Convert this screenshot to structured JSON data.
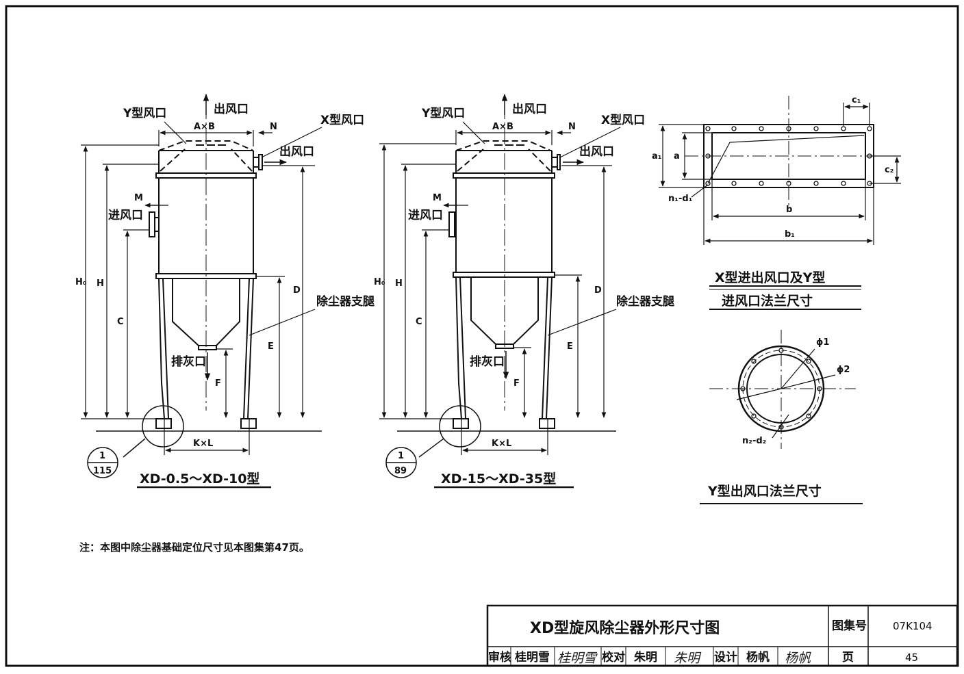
{
  "views": {
    "small": {
      "subtitle": "XD-0.5～XD-10型",
      "ref_top": "1",
      "ref_bottom": "115"
    },
    "large": {
      "subtitle": "XD-15～XD-35型",
      "ref_top": "1",
      "ref_bottom": "89"
    }
  },
  "labels": {
    "y_port": "Y型风口",
    "x_port": "X型风口",
    "outlet": "出风口",
    "inlet": "进风口",
    "ash_outlet": "排灰口",
    "legs": "除尘器支腿",
    "A_B": "A×B",
    "N": "N",
    "M": "M",
    "H0": "H₀",
    "H": "H",
    "C": "C",
    "D": "D",
    "E": "E",
    "F": "F",
    "K_L": "K×L"
  },
  "rect_flange": {
    "title_line1": "X型进出风口及Y型",
    "title_line2": "进风口法兰尺寸",
    "a": "a",
    "a1": "a₁",
    "b": "b",
    "b1": "b₁",
    "c1": "c₁",
    "c2": "c₂",
    "n1d1": "n₁-d₁"
  },
  "round_flange": {
    "title": "Y型出风口法兰尺寸",
    "phi1": "ϕ1",
    "phi2": "ϕ2",
    "n2d2": "n₂-d₂"
  },
  "note": "注：本图中除尘器基础定位尺寸见本图集第47页。",
  "title_block": {
    "title": "XD型旋风除尘器外形尺寸图",
    "atlas_label": "图集号",
    "atlas_no": "07K104",
    "review_label": "审核",
    "review_name": "桂明雪",
    "review_sig": "桂明雪",
    "check_label": "校对",
    "check_name": "朱明",
    "check_sig": "朱明",
    "design_label": "设计",
    "design_name": "杨帆",
    "design_sig": "杨帆",
    "page_label": "页",
    "page_no": "45"
  }
}
